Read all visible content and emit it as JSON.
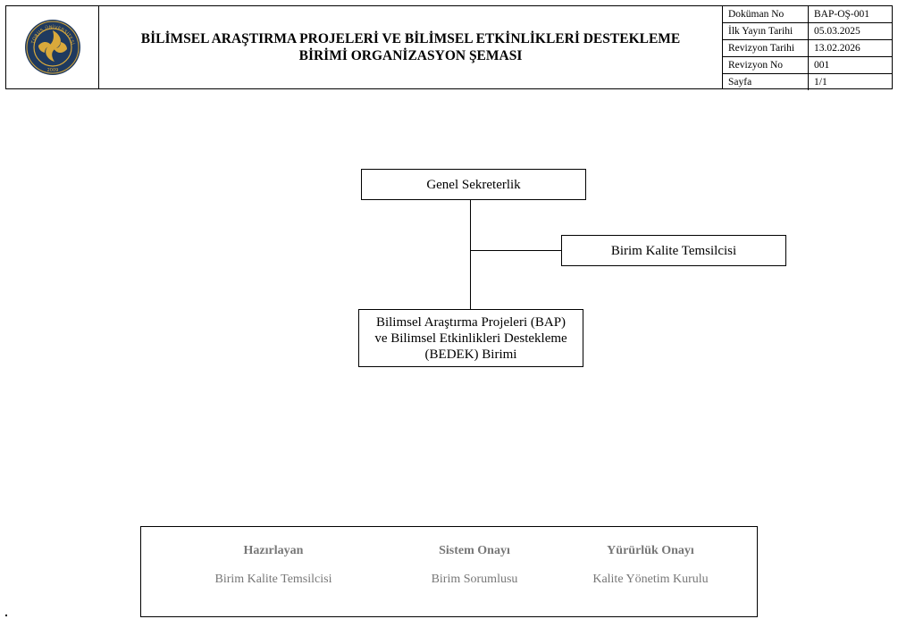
{
  "header": {
    "title_line1": "BİLİMSEL ARAŞTIRMA PROJELERİ VE BİLİMSEL ETKİNLİKLERİ DESTEKLEME",
    "title_line2": "BİRİMİ ORGANİZASYON ŞEMASI",
    "logo": {
      "ring_text": "TORUS ÜNİVERSİTESİ",
      "year": "2009",
      "colors": {
        "navy": "#1f3a5f",
        "gold": "#d9a93b"
      }
    },
    "meta": [
      {
        "label": "Doküman No",
        "value": "BAP-OŞ-001"
      },
      {
        "label": "İlk Yayın Tarihi",
        "value": "05.03.2025"
      },
      {
        "label": "Revizyon Tarihi",
        "value": "13.02.2026"
      },
      {
        "label": "Revizyon No",
        "value": "001"
      },
      {
        "label": "Sayfa",
        "value": "1/1"
      }
    ]
  },
  "org": {
    "top": "Genel Sekreterlik",
    "side": "Birim Kalite Temsilcisi",
    "bottom_line1": "Bilimsel Araştırma Projeleri (BAP)",
    "bottom_line2": "ve Bilimsel Etkinlikleri Destekleme",
    "bottom_line3": "(BEDEK) Birimi"
  },
  "approval": [
    {
      "heading": "Hazırlayan",
      "value": "Birim Kalite Temsilcisi"
    },
    {
      "heading": "Sistem Onayı",
      "value": "Birim Sorumlusu"
    },
    {
      "heading": "Yürürlük Onayı",
      "value": "Kalite Yönetim Kurulu"
    }
  ]
}
